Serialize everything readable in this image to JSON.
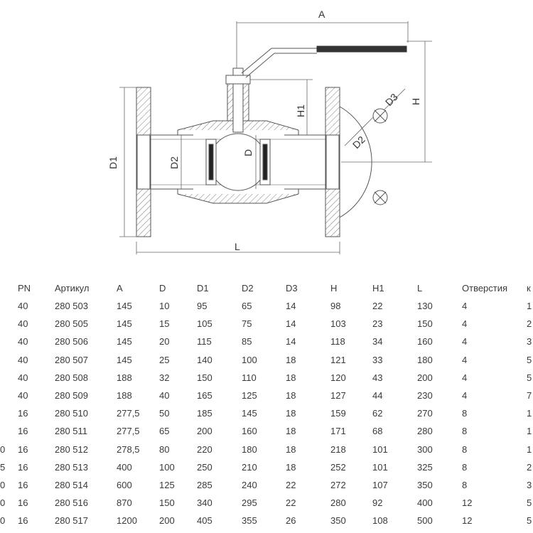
{
  "drawing": {
    "labels": {
      "a": "A",
      "h": "H",
      "h1": "H1",
      "d1": "D1",
      "d2_left": "D2",
      "d": "D",
      "d2_right": "D2",
      "d3": "D3",
      "l": "L"
    }
  },
  "table": {
    "columns": [
      {
        "key": "dn",
        "label": ""
      },
      {
        "key": "pn",
        "label": "PN"
      },
      {
        "key": "article",
        "label": "Артикул"
      },
      {
        "key": "a",
        "label": "A"
      },
      {
        "key": "d",
        "label": "D"
      },
      {
        "key": "d1",
        "label": "D1"
      },
      {
        "key": "d2",
        "label": "D2"
      },
      {
        "key": "d3",
        "label": "D3"
      },
      {
        "key": "h",
        "label": "H"
      },
      {
        "key": "h1",
        "label": "H1"
      },
      {
        "key": "l",
        "label": "L"
      },
      {
        "key": "holes",
        "label": "Отверстия"
      },
      {
        "key": "mass",
        "label": "к"
      }
    ],
    "rows": [
      [
        "",
        "40",
        "280 503",
        "145",
        "10",
        "95",
        "65",
        "14",
        "98",
        "22",
        "130",
        "4",
        "1"
      ],
      [
        "",
        "40",
        "280 505",
        "145",
        "15",
        "105",
        "75",
        "14",
        "103",
        "23",
        "150",
        "4",
        "2"
      ],
      [
        "",
        "40",
        "280 506",
        "145",
        "20",
        "115",
        "85",
        "14",
        "118",
        "34",
        "160",
        "4",
        "3"
      ],
      [
        "",
        "40",
        "280 507",
        "145",
        "25",
        "140",
        "100",
        "18",
        "121",
        "33",
        "180",
        "4",
        "5"
      ],
      [
        "",
        "40",
        "280 508",
        "188",
        "32",
        "150",
        "110",
        "18",
        "120",
        "43",
        "200",
        "4",
        "5"
      ],
      [
        "",
        "40",
        "280 509",
        "188",
        "40",
        "165",
        "125",
        "18",
        "127",
        "44",
        "230",
        "4",
        "7"
      ],
      [
        "",
        "16",
        "280 510",
        "277,5",
        "50",
        "185",
        "145",
        "18",
        "159",
        "62",
        "270",
        "8",
        "1"
      ],
      [
        "",
        "16",
        "280 511",
        "277,5",
        "65",
        "200",
        "160",
        "18",
        "171",
        "68",
        "280",
        "8",
        "1"
      ],
      [
        "0",
        "16",
        "280 512",
        "278,5",
        "80",
        "220",
        "180",
        "18",
        "218",
        "101",
        "300",
        "8",
        "1"
      ],
      [
        "5",
        "16",
        "280 513",
        "400",
        "100",
        "250",
        "210",
        "18",
        "252",
        "101",
        "325",
        "8",
        "2"
      ],
      [
        "0",
        "16",
        "280 514",
        "600",
        "125",
        "285",
        "240",
        "22",
        "272",
        "107",
        "350",
        "8",
        "3"
      ],
      [
        "0",
        "16",
        "280 516",
        "870",
        "150",
        "340",
        "295",
        "22",
        "280",
        "92",
        "400",
        "12",
        "5"
      ],
      [
        "0",
        "16",
        "280 517",
        "1200",
        "200",
        "405",
        "355",
        "26",
        "350",
        "108",
        "500",
        "12",
        "5"
      ]
    ]
  }
}
